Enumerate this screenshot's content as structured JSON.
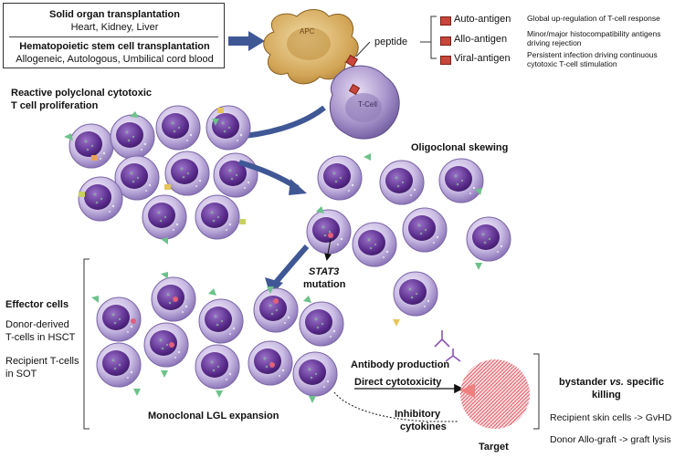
{
  "transplant": {
    "sot_title": "Solid organ transplantation",
    "sot_organs": "Heart, Kidney, Liver",
    "hsct_title": "Hematopoietic stem cell transplantation",
    "hsct_sources": "Allogeneic, Autologous, Umbilical cord blood"
  },
  "cells": {
    "apc": "APC",
    "tcell": "T-Cell",
    "peptide": "peptide"
  },
  "antigens": [
    {
      "name": "Auto-antigen",
      "desc1": "Global up-regulation of T-cell response",
      "desc2": ""
    },
    {
      "name": "Allo-antigen",
      "desc1": "Minor/major histocompatibility antigens",
      "desc2": "driving rejection"
    },
    {
      "name": "Viral-antigen",
      "desc1": "Persistent infection driving continuous",
      "desc2": "cytotoxic T-cell stimulation"
    }
  ],
  "stages": {
    "polyclonal_1": "Reactive polyclonal cytotoxic",
    "polyclonal_2": "T cell proliferation",
    "oligoclonal": "Oligoclonal skewing",
    "stat3_1": "STAT3",
    "stat3_2": "mutation",
    "monoclonal": "Monoclonal LGL expansion"
  },
  "effector": {
    "title": "Effector cells",
    "donor_1": "Donor-derived",
    "donor_2": "T-cells in HSCT",
    "recipient_1": "Recipient T-cells",
    "recipient_2": "in SOT"
  },
  "mechanisms": {
    "antibody": "Antibody production",
    "cytotoxicity": "Direct cytotoxicity",
    "inhibitory_1": "Inhibitory",
    "inhibitory_2": "cytokines",
    "target": "Target"
  },
  "killing": {
    "title_1a": "bystander ",
    "title_1b": "vs.",
    "title_1c": " specific",
    "title_2": "killing",
    "skin": "Recipient skin cells -> GvHD",
    "graft": "Donor Allo-graft -> graft lysis"
  },
  "colors": {
    "arrow": "#3f5795",
    "cell_fill": "#b7a6d6",
    "nucleus": "#5b2d8c",
    "apc": "#d9b36a",
    "target": "#e8505b",
    "antigen_square": "#c8463c"
  }
}
